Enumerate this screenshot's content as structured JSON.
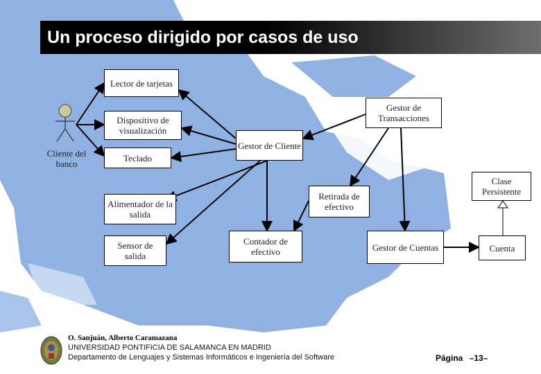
{
  "title": "Un proceso dirigido por casos de uso",
  "actor": {
    "label": "Cliente del banco"
  },
  "boxes": {
    "lector": "Lector de tarjetas",
    "dispositivo": "Dispositivo de visualización",
    "teclado": "Teclado",
    "gestor_cliente": "Gestor de Cliente",
    "gestor_transacciones": "Gestor de Transacciones",
    "clase_persistente": "Clase Persistente",
    "retirada": "Retirada de efectivo",
    "alimentador": "Alimentador de la salida",
    "sensor": "Sensor de salida",
    "contador": "Contador de efectivo",
    "gestor_cuentas": "Gestor de Cuentas",
    "cuenta": "Cuenta"
  },
  "footer": {
    "author": "O. Sanjuán, Alberto Caramazana",
    "university": "UNIVERSIDAD PONTIFICIA DE SALAMANCA EN MADRID",
    "department": "Departamento de Lenguajes y Sistemas Informáticos e Ingeniería del Software",
    "page_label": "Página",
    "page_number": "–13–"
  },
  "colors": {
    "map_blue": "#8fb2e3",
    "title_bg": "#000000"
  }
}
